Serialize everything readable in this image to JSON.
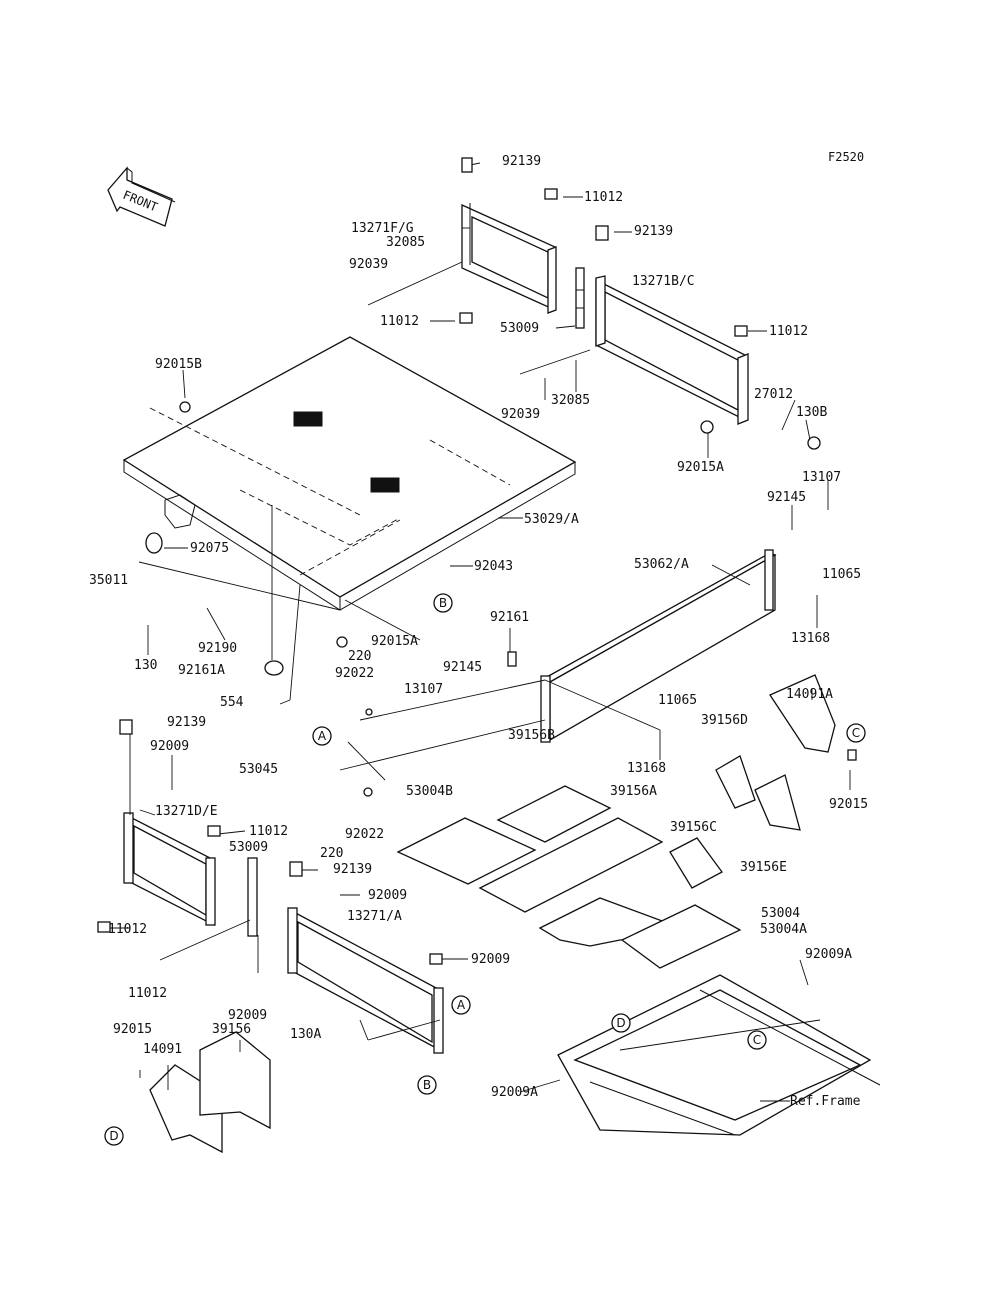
{
  "diagram": {
    "figure_code": "F2520",
    "front_arrow": "FRONT",
    "labels": [
      "92139",
      "11012",
      "13271F/G",
      "32085",
      "92039",
      "11012",
      "53009",
      "92139",
      "13271B/C",
      "11012",
      "92015B",
      "92039",
      "32085",
      "27012",
      "130B",
      "92015A",
      "13107",
      "92145",
      "53029/A",
      "92075",
      "35011",
      "92043",
      "53062/A",
      "11065",
      "92190",
      "130",
      "92161A",
      "92015A",
      "220",
      "92161",
      "13168",
      "92022",
      "554",
      "92145",
      "13107",
      "14091A",
      "11065",
      "39156D",
      "39156B",
      "92139",
      "92009",
      "53045",
      "13168",
      "92015",
      "13271D/E",
      "11012",
      "53004B",
      "39156A",
      "39156C",
      "53009",
      "92022",
      "220",
      "92139",
      "39156E",
      "92009",
      "13271/A",
      "53004",
      "53004A",
      "11012",
      "92009A",
      "92009",
      "11012",
      "92009",
      "92015",
      "39156",
      "14091",
      "130A",
      "92009A",
      "Ref.Frame"
    ],
    "callouts": [
      "A",
      "B",
      "A",
      "C",
      "D",
      "A",
      "B",
      "C",
      "D"
    ]
  }
}
